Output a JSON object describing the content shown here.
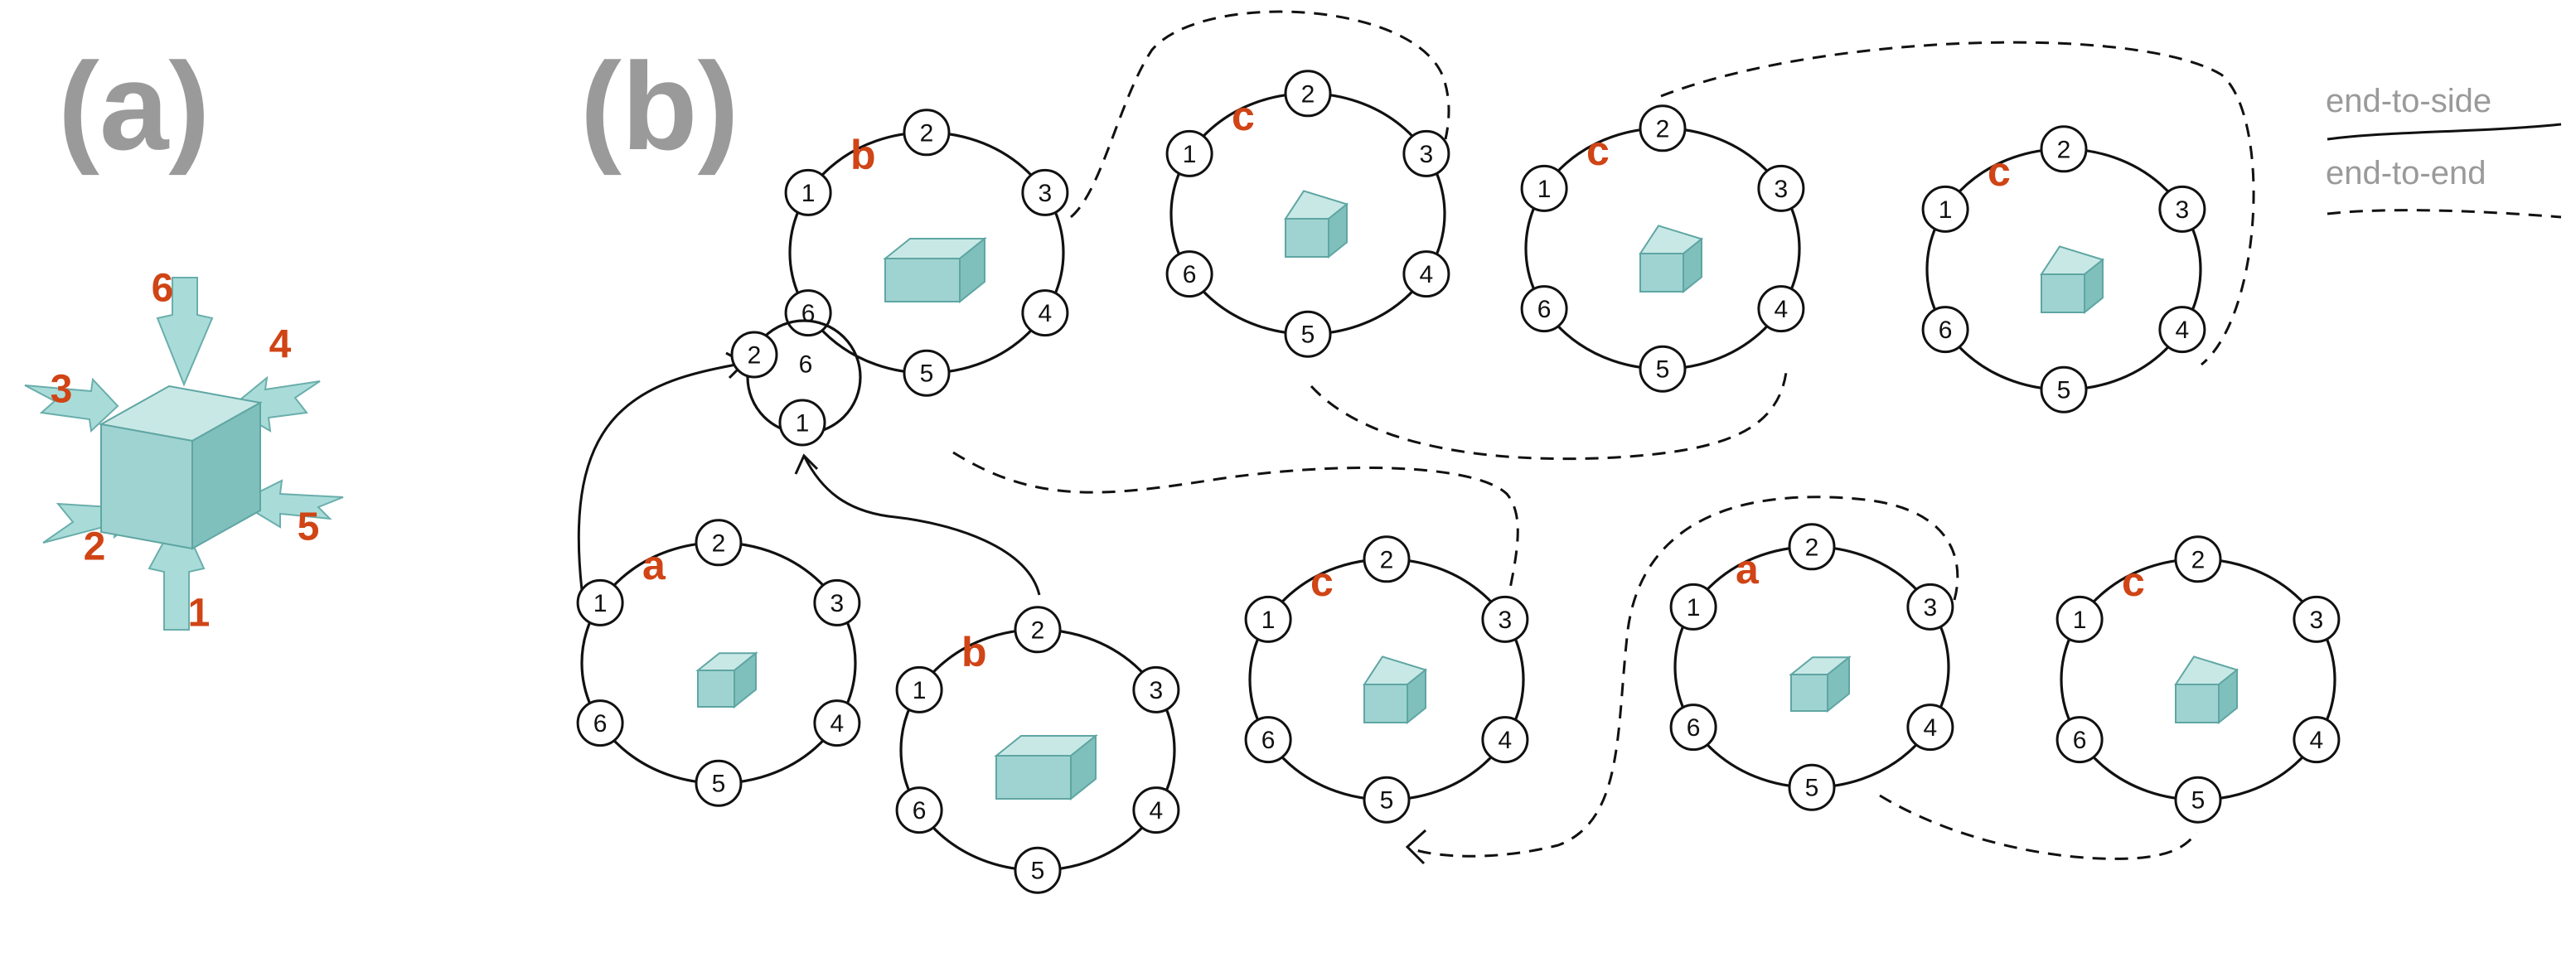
{
  "panels": {
    "a": "(a)",
    "b": "(b)"
  },
  "arm_labels": [
    "1",
    "2",
    "3",
    "4",
    "5",
    "6"
  ],
  "legend": {
    "end_to_side": "end-to-side",
    "end_to_end": "end-to-end"
  },
  "rings": [
    {
      "type": "b",
      "nodes": [
        "1",
        "2",
        "3",
        "4",
        "5",
        "6"
      ]
    },
    {
      "type": "c",
      "nodes": [
        "1",
        "2",
        "3",
        "4",
        "5",
        "6"
      ]
    },
    {
      "type": "c",
      "nodes": [
        "1",
        "2",
        "3",
        "4",
        "5",
        "6"
      ]
    },
    {
      "type": "c",
      "nodes": [
        "1",
        "2",
        "3",
        "4",
        "5",
        "6"
      ]
    },
    {
      "type": "a",
      "nodes": [
        "1",
        "2",
        "3",
        "4",
        "5",
        "6"
      ]
    },
    {
      "type": "b",
      "nodes": [
        "1",
        "2",
        "3",
        "4",
        "5",
        "6"
      ]
    },
    {
      "type": "c",
      "nodes": [
        "1",
        "2",
        "3",
        "4",
        "5",
        "6"
      ]
    },
    {
      "type": "a",
      "nodes": [
        "1",
        "2",
        "3",
        "4",
        "5",
        "6"
      ]
    },
    {
      "type": "c",
      "nodes": [
        "1",
        "2",
        "3",
        "4",
        "5",
        "6"
      ]
    }
  ],
  "links": [
    {
      "kind": "end-to-side",
      "from": "ring 5 node 1",
      "to": "ring 1 node 2"
    },
    {
      "kind": "end-to-side",
      "from": "ring 6 node 2",
      "to": "ring 1 node 1"
    },
    {
      "kind": "end-to-end",
      "from": "ring 1 node 3",
      "to": "ring 2 node 3"
    },
    {
      "kind": "end-to-end",
      "from": "ring 2 node 5",
      "to": "ring 3 node 4"
    },
    {
      "kind": "end-to-end",
      "from": "ring 3 node 2",
      "to": "ring 4 node 4"
    },
    {
      "kind": "end-to-end",
      "from": "ring 1 node 5",
      "to": "ring 7 node 3"
    },
    {
      "kind": "end-to-end",
      "from": "ring 8 node 3",
      "to": "ring 7 node 5"
    },
    {
      "kind": "end-to-end",
      "from": "ring 8 node 4",
      "to": "ring 9 node 5"
    }
  ],
  "colors": {
    "accent": "#d04415",
    "panel_label": "#9a9a9a",
    "cube": "#9fd3d1"
  }
}
